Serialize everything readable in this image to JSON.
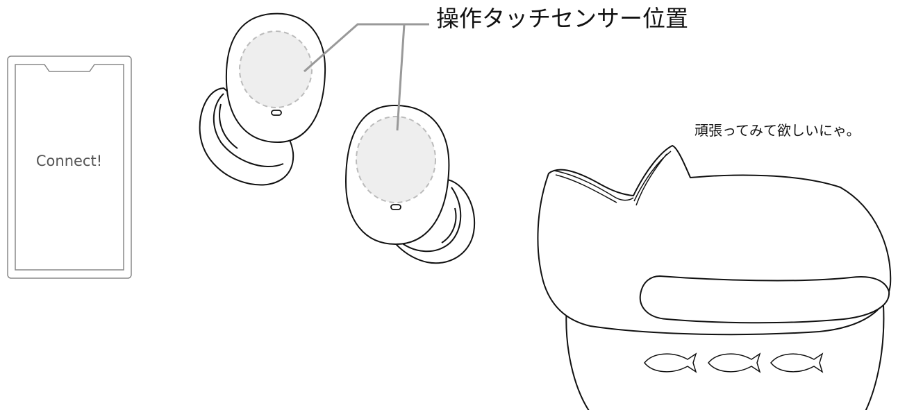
{
  "labels": {
    "touch_sensor_position": "操作タッチセンサー位置",
    "cat_speech": "頑張ってみて欲しいにゃ。"
  },
  "phone": {
    "screen_text": "Connect!"
  },
  "colors": {
    "line": "#111111",
    "leader_line": "#999999",
    "touch_area_fill": "#eeeeee",
    "touch_area_outline": "#bbbbbb",
    "phone_frame": "#888888",
    "phone_text": "#555555"
  }
}
